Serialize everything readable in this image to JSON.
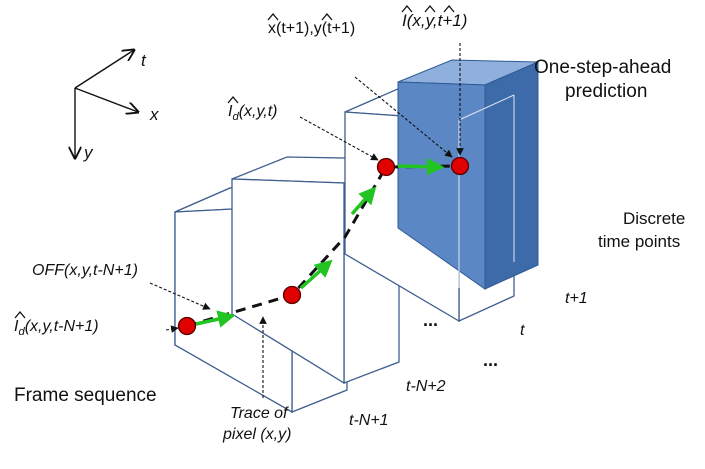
{
  "axes": {
    "t_label": "t",
    "x_label": "x",
    "y_label": "y"
  },
  "labels": {
    "prediction_title_line1": "One-step-ahead",
    "prediction_title_line2": "prediction",
    "discrete_line1": "Discrete",
    "discrete_line2": "time points",
    "frame_sequence": "Frame sequence",
    "trace_line1": "Trace of",
    "trace_line2": "pixel (x,y)",
    "frame_t_n_1": "t-N+1",
    "frame_t_n_2": "t-N+2",
    "frame_t": "t",
    "frame_t_plus_1": "t+1",
    "ellipsis_1": "...",
    "ellipsis_2": "...",
    "off_label": "OFF(x,y,t-N+1)",
    "id_first_I": "I",
    "id_first_sub": "d",
    "id_first_args": "(x,y,t-N+1)",
    "id_t_I": "I",
    "id_t_sub": "d",
    "id_t_args": "(x,y,t)",
    "pred_xy_x": "x",
    "pred_xy_rest1": "(t+1),",
    "pred_xy_y": "y",
    "pred_xy_rest2": "(t+1)",
    "pred_I": "I",
    "pred_open": "(",
    "pred_x": "x",
    "pred_comma1": ",",
    "pred_y": "y",
    "pred_rest": ",t+1)"
  },
  "colors": {
    "frame_outline": "#3f5f8f",
    "prediction_fill": "#5b87c5",
    "prediction_side": "#3d6aa8",
    "prediction_top": "#8fb0dc",
    "point_fill": "#e00000",
    "arrow_green": "#22c422",
    "trace_dash": "#111111"
  }
}
